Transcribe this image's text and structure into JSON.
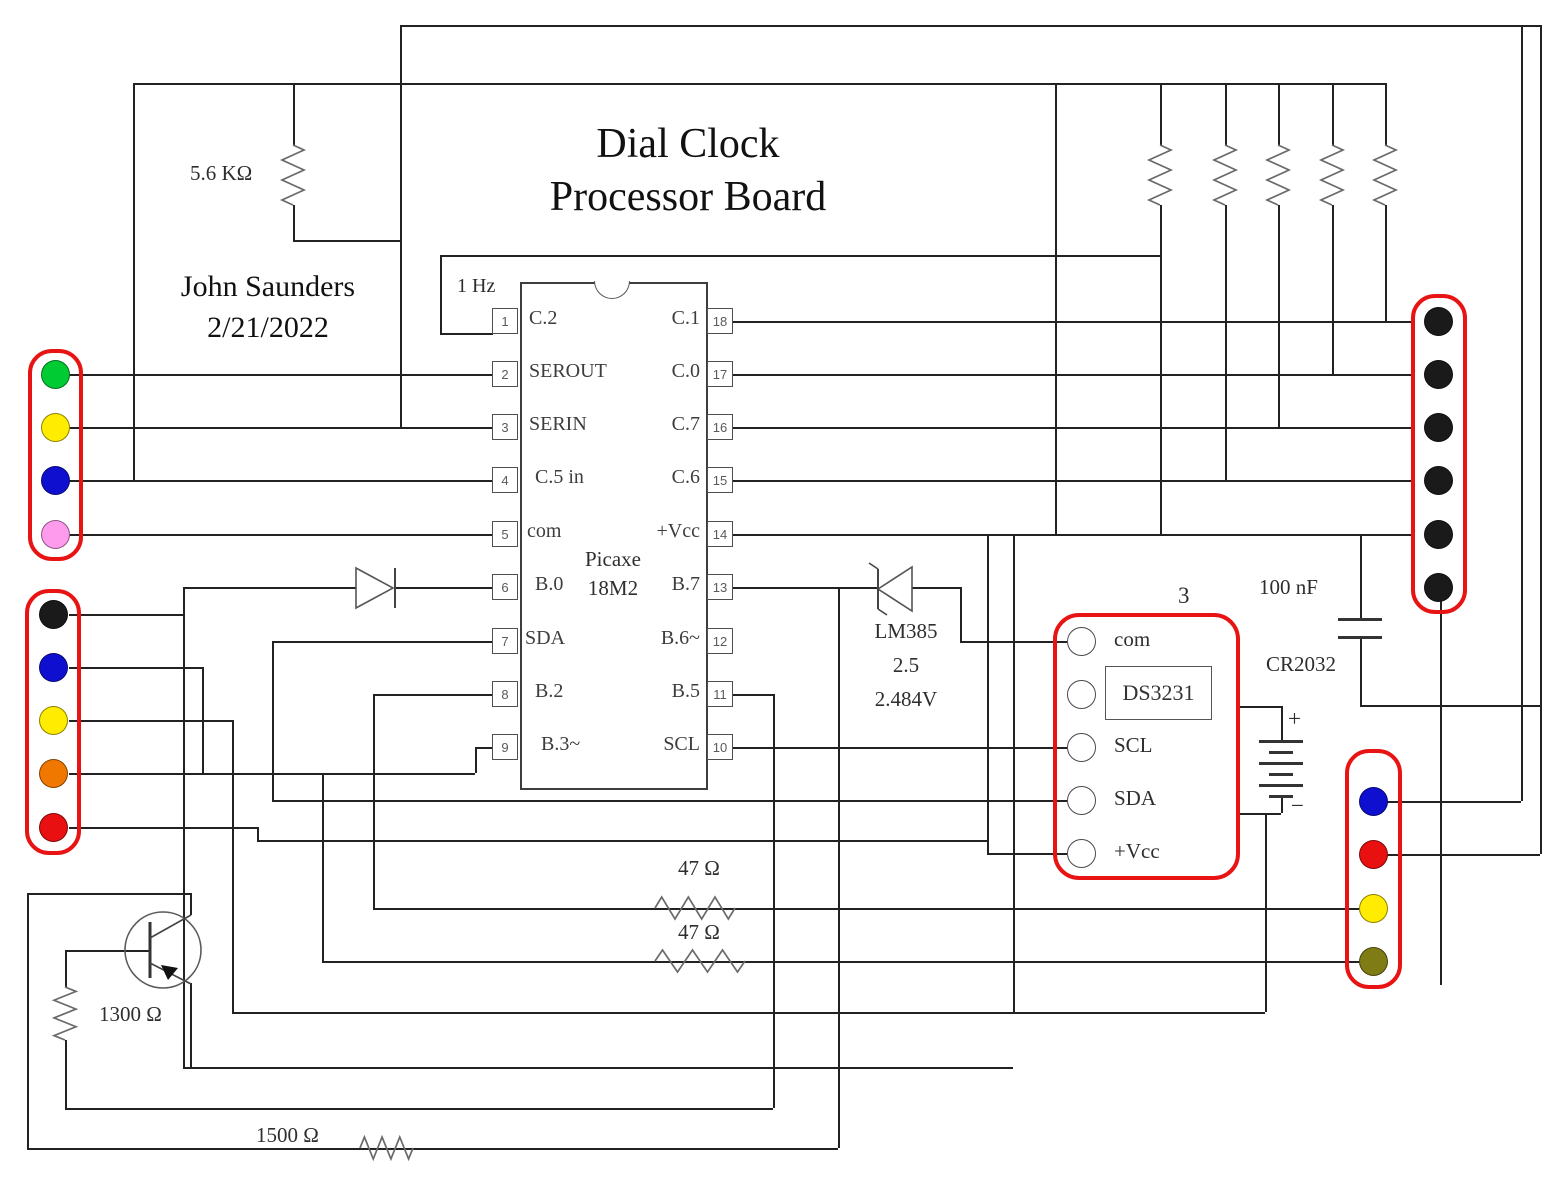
{
  "title": {
    "line1": "Dial Clock",
    "line2": "Processor Board"
  },
  "author": {
    "name": "John Saunders",
    "date": "2/21/2022"
  },
  "labels": {
    "pullup_resistor": "5.6 KΩ",
    "clock_signal": "1 Hz",
    "resistor_1300": "1300 Ω",
    "resistor_1500": "1500 Ω",
    "resistor_47_a": "47 Ω",
    "resistor_47_b": "47 Ω",
    "capacitor": "100 nF",
    "battery": "CR2032",
    "battery_plus": "+",
    "battery_minus": "−",
    "rtc_header_pin": "3"
  },
  "ic": {
    "name_line1": "Picaxe",
    "name_line2": "18M2",
    "left_pins": [
      {
        "num": "1",
        "label": "C.2"
      },
      {
        "num": "2",
        "label": "SEROUT"
      },
      {
        "num": "3",
        "label": "SERIN"
      },
      {
        "num": "4",
        "label": "C.5 in"
      },
      {
        "num": "5",
        "label": "com"
      },
      {
        "num": "6",
        "label": "B.0"
      },
      {
        "num": "7",
        "label": "SDA"
      },
      {
        "num": "8",
        "label": "B.2"
      },
      {
        "num": "9",
        "label": "B.3~"
      }
    ],
    "right_pins": [
      {
        "num": "18",
        "label": "C.1"
      },
      {
        "num": "17",
        "label": "C.0"
      },
      {
        "num": "16",
        "label": "C.7"
      },
      {
        "num": "15",
        "label": "C.6"
      },
      {
        "num": "14",
        "label": "+Vcc"
      },
      {
        "num": "13",
        "label": "B.7"
      },
      {
        "num": "12",
        "label": "B.6~"
      },
      {
        "num": "11",
        "label": "B.5"
      },
      {
        "num": "10",
        "label": "SCL"
      }
    ]
  },
  "regulator": {
    "line1": "LM385",
    "line2": "2.5",
    "line3": "2.484V"
  },
  "rtc": {
    "chip": "DS3231",
    "pin_labels": [
      "com",
      "SCL",
      "SDA",
      "+Vcc"
    ]
  },
  "connectors": {
    "left_top": {
      "colors": [
        "#00cb33",
        "#ffec00",
        "#0f0fd0",
        "#ff9bec"
      ]
    },
    "left_mid": {
      "colors": [
        "#1a1a1a",
        "#0f0fd0",
        "#ffec00",
        "#f07800",
        "#e81010"
      ]
    },
    "right": {
      "colors": [
        "#1a1a1a",
        "#1a1a1a",
        "#1a1a1a",
        "#1a1a1a",
        "#1a1a1a",
        "#1a1a1a"
      ]
    },
    "bottom_right": {
      "colors": [
        "#0f0fd0",
        "#e81010",
        "#ffec00",
        "#7f7b15"
      ]
    }
  },
  "colors": {
    "connector_border": "#e81414",
    "wire": "#222222",
    "component": "#6a6a6a"
  }
}
